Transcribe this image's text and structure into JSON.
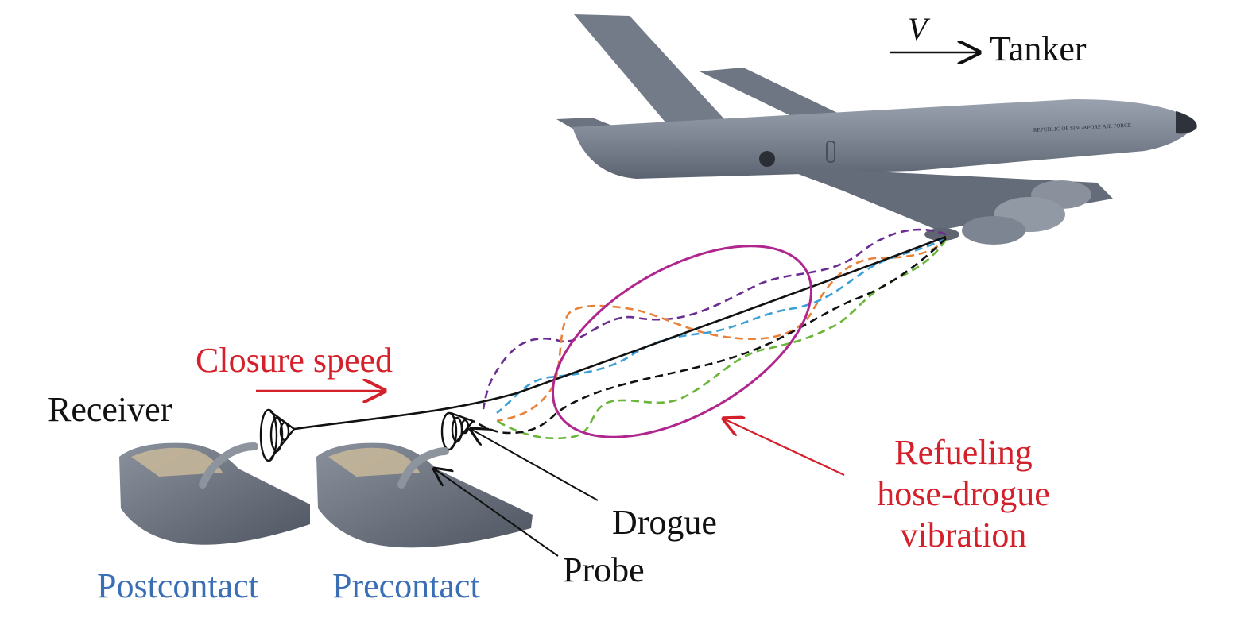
{
  "labels": {
    "velocity_symbol": "V",
    "tanker": "Tanker",
    "closure_speed": "Closure speed",
    "receiver": "Receiver",
    "drogue": "Drogue",
    "probe": "Probe",
    "vibration_line1": "Refueling",
    "vibration_line2": "hose-drogue",
    "vibration_line3": "vibration",
    "postcontact": "Postcontact",
    "precontact": "Precontact"
  },
  "tanker_markings": "REPUBLIC OF SINGAPORE AIR FORCE",
  "colors": {
    "red_text": "#d4202a",
    "blue_text": "#3a6fb5",
    "black_text": "#111111",
    "ellipse": "#b0268e",
    "aircraft": "#7d8593",
    "hose_purple": "#6b2c91",
    "hose_orange": "#e8813a",
    "hose_blue": "#3aa0d8",
    "hose_green": "#6ab53a",
    "hose_black": "#111111"
  }
}
